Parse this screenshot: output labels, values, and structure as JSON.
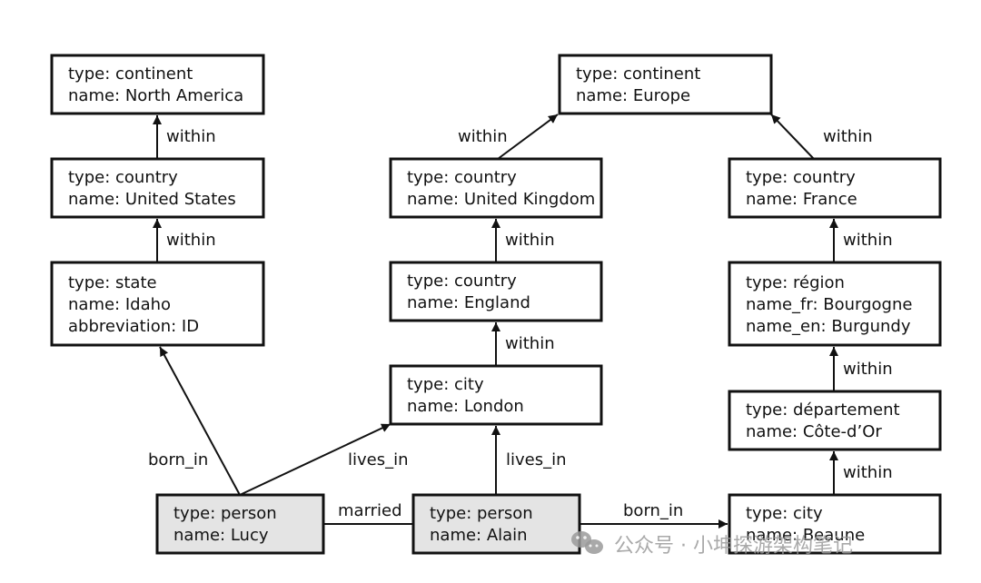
{
  "nodes": {
    "north_america": {
      "lines": [
        "type: continent",
        "name: North America"
      ]
    },
    "united_states": {
      "lines": [
        "type: country",
        "name: United States"
      ]
    },
    "idaho": {
      "lines": [
        "type: state",
        "name: Idaho",
        "abbreviation: ID"
      ]
    },
    "europe": {
      "lines": [
        "type: continent",
        "name: Europe"
      ]
    },
    "united_kingdom": {
      "lines": [
        "type: country",
        "name: United Kingdom"
      ]
    },
    "england": {
      "lines": [
        "type: country",
        "name: England"
      ]
    },
    "london": {
      "lines": [
        "type: city",
        "name: London"
      ]
    },
    "france": {
      "lines": [
        "type: country",
        "name: France"
      ]
    },
    "burgundy": {
      "lines": [
        "type: région",
        "name_fr: Bourgogne",
        "name_en: Burgundy"
      ]
    },
    "cote_dor": {
      "lines": [
        "type: département",
        "name: Côte-d’Or"
      ]
    },
    "beaune": {
      "lines": [
        "type: city",
        "name: Beaune"
      ]
    },
    "lucy": {
      "lines": [
        "type: person",
        "name: Lucy"
      ]
    },
    "alain": {
      "lines": [
        "type: person",
        "name: Alain"
      ]
    }
  },
  "edge_labels": {
    "within": "within",
    "born_in": "born_in",
    "lives_in": "lives_in",
    "married": "married"
  },
  "watermark": {
    "text": "公众号 · 小坤探游架构笔记"
  },
  "colors": {
    "person_fill": "#e4e4e4",
    "box_fill": "#ffffff",
    "stroke": "#111111",
    "watermark": "#9a9a9a"
  }
}
